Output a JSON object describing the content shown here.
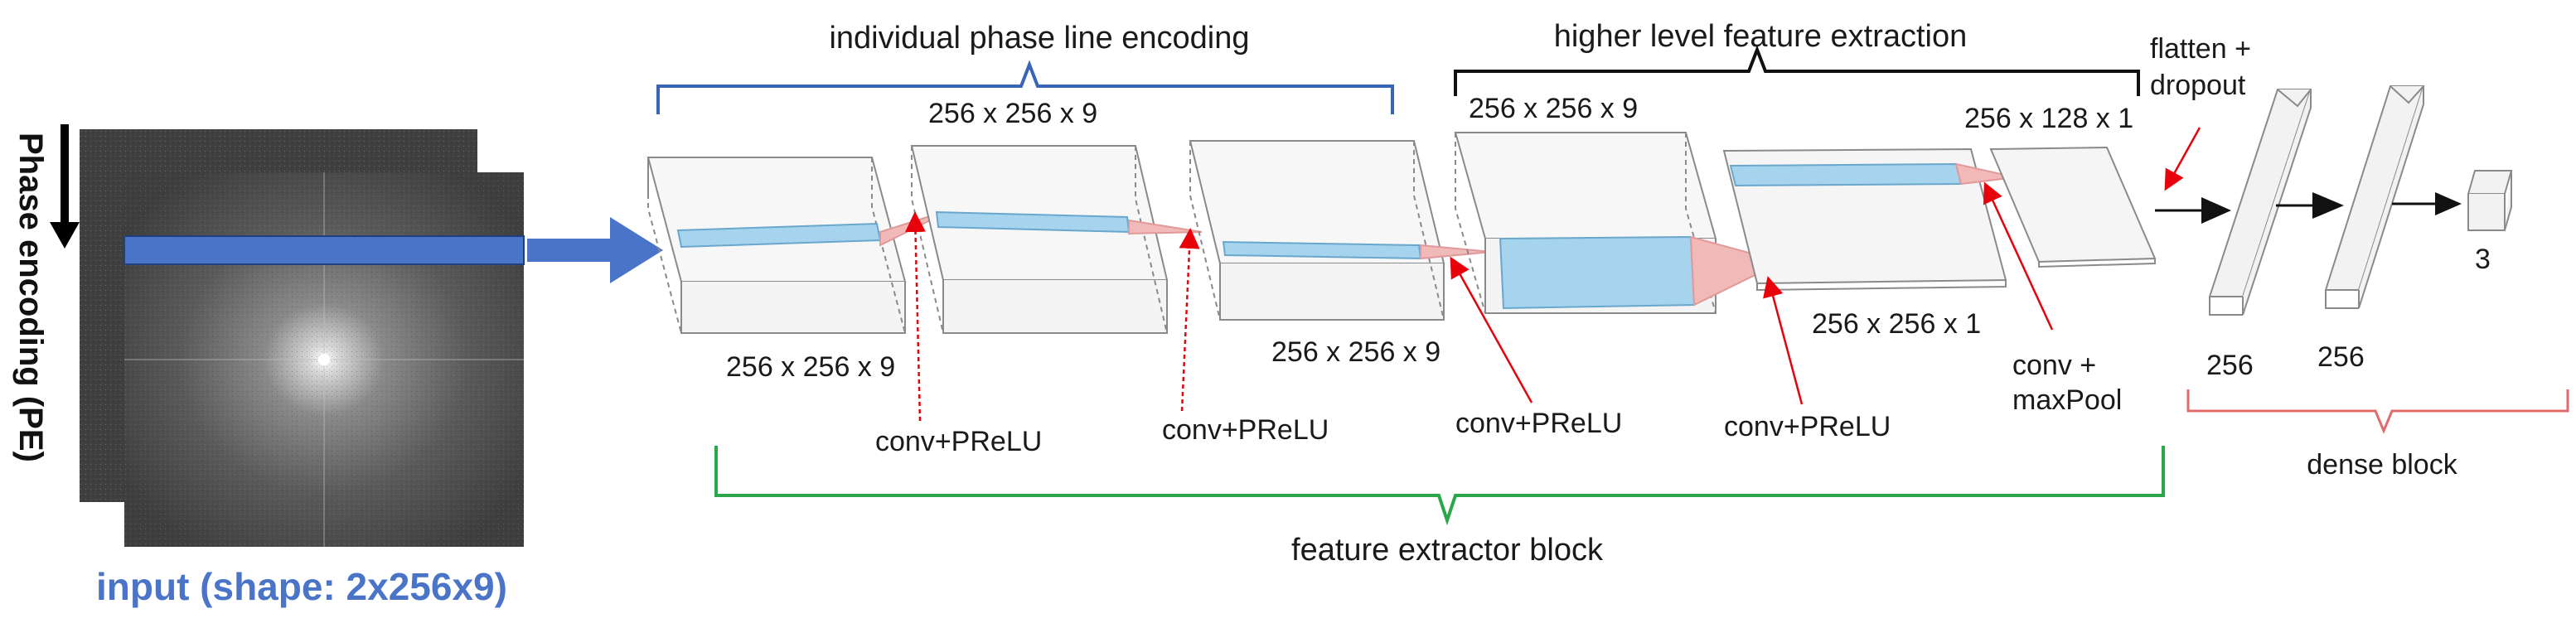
{
  "colors": {
    "brace_blue": "#3a64b8",
    "brace_green": "#2ca64a",
    "brace_black": "#111111",
    "brace_red": "#e06c6c",
    "arrow_red": "#e8000a",
    "input_blue": "#4a74c8",
    "volume_edge": "#8a8a8a",
    "highlight_blue": "#a6d3ee",
    "highlight_red": "#f2b9b9"
  },
  "input": {
    "side_label": "Phase encoding (PE)",
    "caption": "input (shape: 2x256x9)"
  },
  "headers": {
    "phase_line": "individual phase line encoding",
    "higher_level": "higher level feature extraction",
    "feature_extractor": "feature extractor block",
    "dense_block": "dense block"
  },
  "shapes": {
    "s1": "256 x 256 x 9",
    "s2": "256 x 256 x 9",
    "s3": "256 x 256 x 9",
    "s4": "256 x 256 x 9",
    "s5": "256 x 256 x 1",
    "s6": "256 x 128 x 1"
  },
  "ops": {
    "op1": "conv+PReLU",
    "op2": "conv+PReLU",
    "op3": "conv+PReLU",
    "op4": "conv+PReLU",
    "pool_line1": "conv +",
    "pool_line2": "maxPool",
    "flatten_line1": "flatten +",
    "flatten_line2": "dropout"
  },
  "dense": {
    "units1": "256",
    "units2": "256",
    "units3": "3"
  }
}
